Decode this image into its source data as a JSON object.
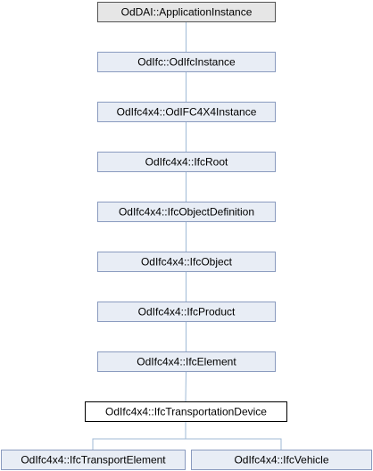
{
  "colors": {
    "node_fill": "#e8edf5",
    "node_border": "#8a9bbf",
    "root_fill": "#e6e6e6",
    "root_border": "#555555",
    "focus_fill": "#ffffff",
    "focus_border": "#000000",
    "edge": "#9fbad6"
  },
  "nodes": [
    {
      "id": "application-instance",
      "label": "OdDAI::ApplicationInstance",
      "style": "root"
    },
    {
      "id": "odifc-instance",
      "label": "OdIfc::OdIfcInstance",
      "style": "normal"
    },
    {
      "id": "odifc4x4-instance",
      "label": "OdIfc4x4::OdIFC4X4Instance",
      "style": "normal"
    },
    {
      "id": "ifc-root",
      "label": "OdIfc4x4::IfcRoot",
      "style": "normal"
    },
    {
      "id": "ifc-object-definition",
      "label": "OdIfc4x4::IfcObjectDefinition",
      "style": "normal"
    },
    {
      "id": "ifc-object",
      "label": "OdIfc4x4::IfcObject",
      "style": "normal"
    },
    {
      "id": "ifc-product",
      "label": "OdIfc4x4::IfcProduct",
      "style": "normal"
    },
    {
      "id": "ifc-element",
      "label": "OdIfc4x4::IfcElement",
      "style": "normal"
    },
    {
      "id": "ifc-transportation-device",
      "label": "OdIfc4x4::IfcTransportationDevice",
      "style": "focus"
    },
    {
      "id": "ifc-transport-element",
      "label": "OdIfc4x4::IfcTransportElement",
      "style": "normal"
    },
    {
      "id": "ifc-vehicle",
      "label": "OdIfc4x4::IfcVehicle",
      "style": "normal"
    }
  ],
  "edges": [
    {
      "from": "odifc-instance",
      "to": "application-instance"
    },
    {
      "from": "odifc4x4-instance",
      "to": "odifc-instance"
    },
    {
      "from": "ifc-root",
      "to": "odifc4x4-instance"
    },
    {
      "from": "ifc-object-definition",
      "to": "ifc-root"
    },
    {
      "from": "ifc-object",
      "to": "ifc-object-definition"
    },
    {
      "from": "ifc-product",
      "to": "ifc-object"
    },
    {
      "from": "ifc-element",
      "to": "ifc-product"
    },
    {
      "from": "ifc-transportation-device",
      "to": "ifc-element"
    },
    {
      "from": "ifc-transport-element",
      "to": "ifc-transportation-device"
    },
    {
      "from": "ifc-vehicle",
      "to": "ifc-transportation-device"
    }
  ]
}
